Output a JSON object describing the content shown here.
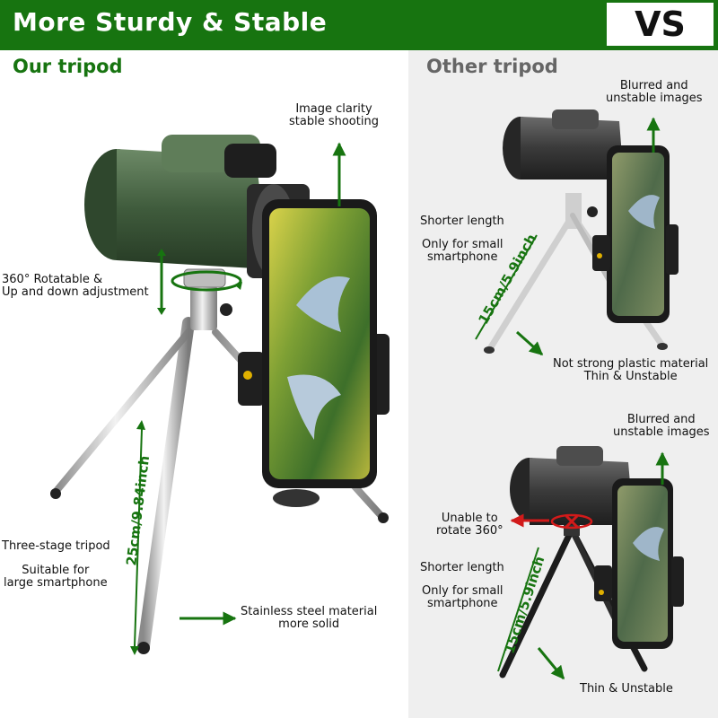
{
  "header": {
    "title": "More Sturdy & Stable",
    "vs": "VS"
  },
  "ours": {
    "heading": "Our tripod",
    "labels": {
      "clarity": "Image clarity\nstable shooting",
      "rotate": "360° Rotatable &\nUp and down adjustment",
      "stages": "Three-stage tripod",
      "large_phone": "Suitable for\nlarge smartphone",
      "steel": "Stainless steel material\nmore solid"
    },
    "measure": "25cm/9.84inch"
  },
  "other": {
    "heading": "Other tripod",
    "top": {
      "blurred": "Blurred and\nunstable images",
      "shorter": "Shorter length",
      "small_phone": "Only for small\nsmartphone",
      "plastic": "Not strong plastic material\nThin & Unstable",
      "measure": "15cm/5.9inch"
    },
    "bottom": {
      "blurred": "Blurred and\nunstable images",
      "no_rotate": "Unable to\nrotate 360°",
      "shorter": "Shorter length",
      "small_phone": "Only for small\nsmartphone",
      "thin": "Thin & Unstable",
      "measure": "15cm/5.9inch"
    }
  },
  "colors": {
    "brand_green": "#177410",
    "monocular_green": "#3f5b3c",
    "warning_red": "#d21a1a",
    "panel_grey": "#efefef"
  }
}
